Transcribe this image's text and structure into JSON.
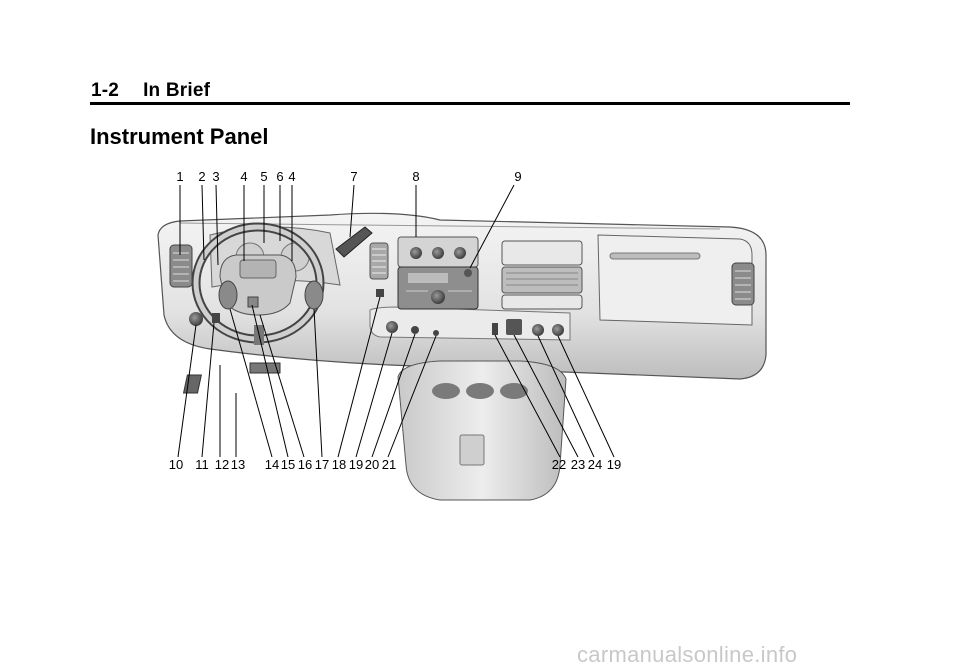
{
  "header": {
    "page_number": "1-2",
    "section": "In Brief"
  },
  "page_title": "Instrument Panel",
  "figure": {
    "top_callouts": [
      "1",
      "2",
      "3",
      "4",
      "5",
      "6",
      "4",
      "7",
      "8",
      "9"
    ],
    "bottom_callouts": [
      "10",
      "11",
      "12",
      "13",
      "14",
      "15",
      "16",
      "17",
      "18",
      "19",
      "20",
      "21",
      "22",
      "23",
      "24",
      "19"
    ]
  },
  "watermark": "carmanualsonline.info"
}
